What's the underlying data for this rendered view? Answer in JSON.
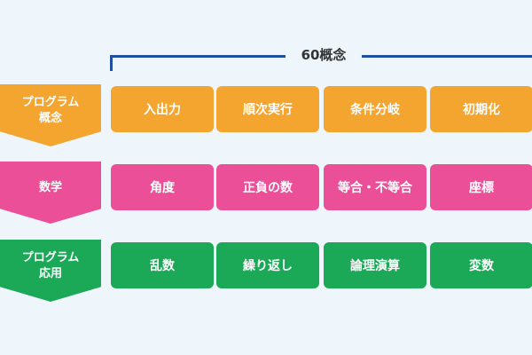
{
  "header": {
    "concept_count_label": "60概念"
  },
  "colors": {
    "background": "#eef6fc",
    "bracket": "#1f4f9e",
    "program_concepts": "#f3a530",
    "math": "#ea4f97",
    "program_application": "#1ba857"
  },
  "rows": [
    {
      "label_lines": [
        "プログラム",
        "概念"
      ],
      "items": [
        "入出力",
        "順次実行",
        "条件分岐",
        "初期化"
      ]
    },
    {
      "label_lines": [
        "数学"
      ],
      "items": [
        "角度",
        "正負の数",
        "等合・不等合",
        "座標"
      ]
    },
    {
      "label_lines": [
        "プログラム",
        "応用"
      ],
      "items": [
        "乱数",
        "繰り返し",
        "論理演算",
        "変数"
      ]
    }
  ]
}
